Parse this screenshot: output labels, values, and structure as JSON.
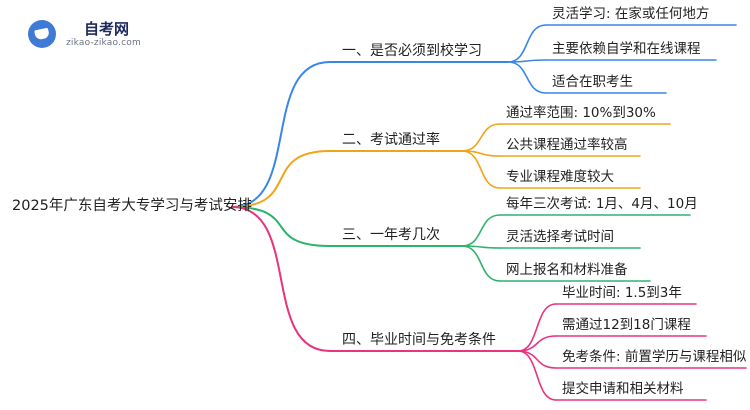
{
  "logo": {
    "title": "自考网",
    "subtitle": "zikao-zikao.com",
    "icon": "graduation-cap-icon"
  },
  "root": {
    "label": "2025年广东自考大专学习与考试安排"
  },
  "branches": [
    {
      "label": "一、是否必须到校学习",
      "color": "#3a86e8",
      "leaves": [
        "灵活学习: 在家或任何地方",
        "主要依赖自学和在线课程",
        "适合在职考生"
      ]
    },
    {
      "label": "二、考试通过率",
      "color": "#f2a416",
      "leaves": [
        "通过率范围: 10%到30%",
        "公共课程通过率较高",
        "专业课程难度较大"
      ]
    },
    {
      "label": "三、一年考几次",
      "color": "#2eb36b",
      "leaves": [
        "每年三次考试: 1月、4月、10月",
        "灵活选择考试时间",
        "网上报名和材料准备"
      ]
    },
    {
      "label": "四、毕业时间与免考条件",
      "color": "#e8337e",
      "leaves": [
        "毕业时间: 1.5到3年",
        "需通过12到18门课程",
        "免考条件: 前置学历与课程相似",
        "提交申请和相关材料"
      ]
    }
  ]
}
